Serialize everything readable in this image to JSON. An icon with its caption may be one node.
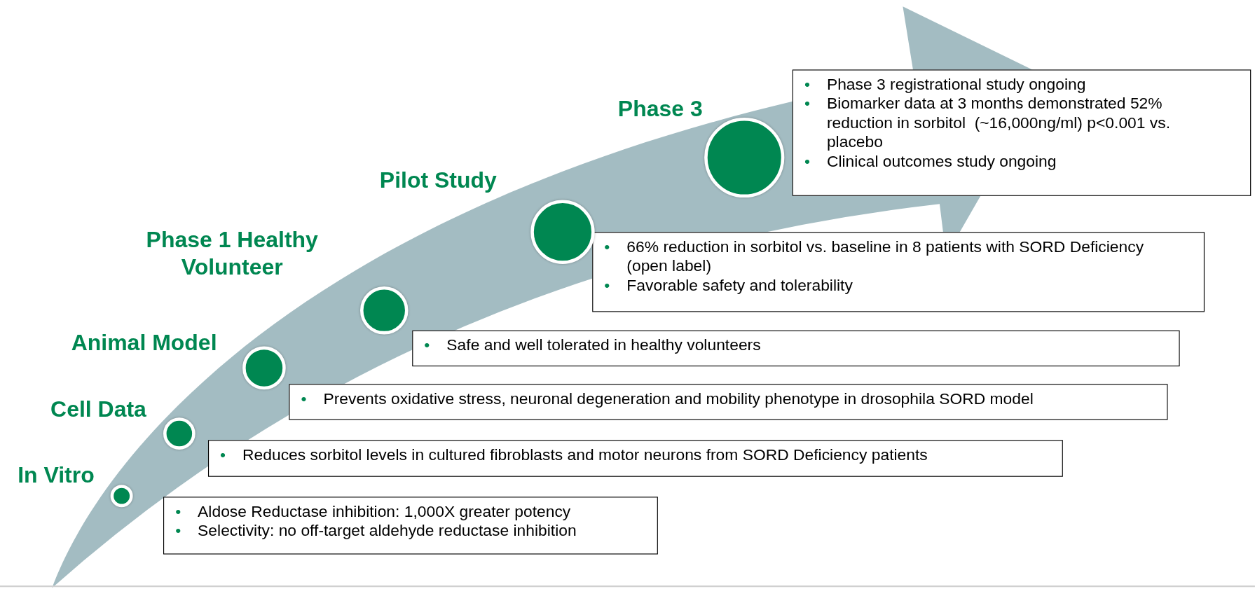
{
  "diagram": {
    "nodes": [
      {
        "text": [],
        "shape": "circle",
        "beside": [
          "In Vitro"
        ]
      },
      {
        "text": [
          "• Aldose Reductase inhibition: 1,000X greater potency",
          "• Selectivity: no off-target aldehyde reductase inhibition"
        ]
      },
      {
        "text": [],
        "shape": "circle",
        "beside": [
          "Cell Data"
        ]
      },
      {
        "text": [
          "• Reduces sorbitol levels in cultured fibroblasts and motor neurons from SORD Deficiency patients"
        ]
      },
      {
        "text": [],
        "shape": "circle",
        "beside": [
          "Animal Model"
        ]
      },
      {
        "text": [
          "• Prevents oxidative stress, neuronal degeneration and mobility phenotype in drosophila SORD model"
        ]
      },
      {
        "text": [],
        "shape": "circle",
        "beside": [
          "Phase 1 Healthy Volunteer"
        ]
      },
      {
        "text": [
          "• Safe and well tolerated in healthy volunteers"
        ]
      },
      {
        "text": [],
        "shape": "circle",
        "beside": [
          "Pilot Study"
        ]
      },
      {
        "text": [
          "• 66% reduction in sorbitol vs. baseline in 8 patients with SORD Deficiency (open label)",
          "• Favorable safety and tolerability"
        ]
      },
      {
        "text": [],
        "shape": "circle",
        "beside": [
          "Phase 3"
        ]
      },
      {
        "text": [
          "• Phase 3 registrational study ongoing",
          "• Biomarker data at 3 months demonstrated 52% reduction in sorbitol  (~16,000ng/ml) p<0.001 vs. placebo",
          "• Clinical outcomes study ongoing"
        ]
      }
    ],
    "edges": []
  }
}
